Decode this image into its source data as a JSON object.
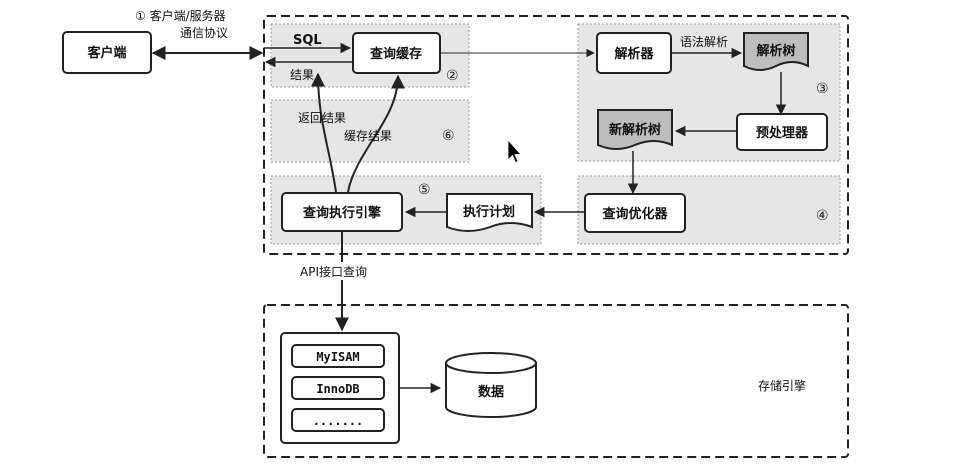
{
  "nodes": {
    "client": "客户端",
    "query_cache": "查询缓存",
    "parser": "解析器",
    "parse_tree": "解析树",
    "preprocessor": "预处理器",
    "new_parse_tree": "新解析树",
    "optimizer": "查询优化器",
    "exec_plan": "执行计划",
    "exec_engine": "查询执行引擎",
    "data": "数据"
  },
  "engines": [
    "MyISAM",
    "InnoDB",
    "......."
  ],
  "labels": {
    "protocol_line1": "① 客户端/服务器",
    "protocol_line2": "通信协议",
    "sql": "SQL",
    "result": "结果",
    "syntax_parse": "语法解析",
    "return_result": "返回结果",
    "cache_result": "缓存结果",
    "api_query": "API接口查询",
    "storage_engine": "存储引擎"
  },
  "steps": {
    "s2": "②",
    "s3": "③",
    "s4": "④",
    "s5": "⑤",
    "s6": "⑥"
  },
  "colors": {
    "zone_fill": "#e6e6e6",
    "tag_fill": "#bdbdbd",
    "stroke": "#222222"
  },
  "icons": {
    "cursor": "mouse-pointer-icon"
  }
}
